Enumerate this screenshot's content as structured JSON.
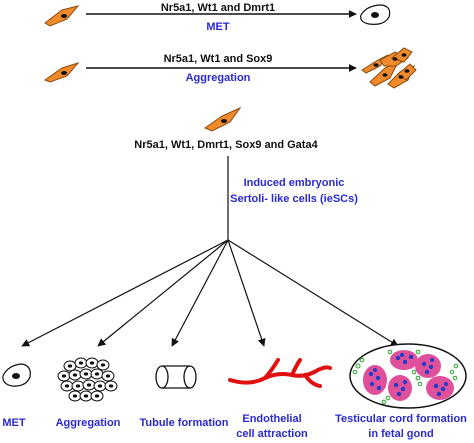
{
  "colors": {
    "cell_fill": "#f08a2a",
    "cell_stroke": "#8a4a10",
    "label_black": "#111111",
    "label_blue": "#2a2ad0",
    "endothelial_red": "#e01010",
    "cord_blue": "#1f3cc8",
    "cord_pink": "#e0509a",
    "cord_green": "#2aa82a"
  },
  "row1": {
    "factors": "Nr5a1, Wt1 and Dmrt1",
    "process": "MET"
  },
  "row2": {
    "factors": "Nr5a1, Wt1 and Sox9",
    "process": "Aggregation"
  },
  "row3": {
    "factors": "Nr5a1, Wt1,  Dmrt1, Sox9 and Gata4"
  },
  "iesc": {
    "line1": "Induced embryonic",
    "line2": "Sertoli- like cells (ieSCs)"
  },
  "outcomes": {
    "met": "MET",
    "aggregation": "Aggregation",
    "tubule": "Tubule formation",
    "endothelial_line1": "Endothelial",
    "endothelial_line2": "cell attraction",
    "testicular_line1": "Testicular cord formation",
    "testicular_line2": "in fetal gond"
  },
  "icons": [
    "fibroblast-cell-icon",
    "epithelial-cell-icon",
    "aggregated-cells-icon",
    "tubule-icon",
    "endothelial-vessel-icon",
    "testicular-cord-icon"
  ]
}
